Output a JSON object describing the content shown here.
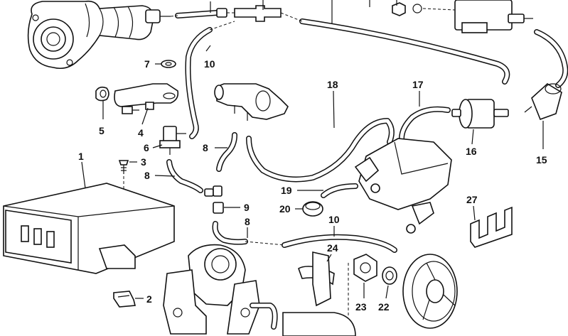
{
  "callouts": {
    "c1": "1",
    "c2": "2",
    "c3": "3",
    "c4": "4",
    "c5": "5",
    "c6": "6",
    "c7": "7",
    "c8a": "8",
    "c8b": "8",
    "c8c": "8",
    "c9": "9",
    "c10a": "10",
    "c10b": "10",
    "c15": "15",
    "c16": "16",
    "c17": "17",
    "c18": "18",
    "c19": "19",
    "c20": "20",
    "c22": "22",
    "c23": "23",
    "c24": "24",
    "c27": "27"
  }
}
